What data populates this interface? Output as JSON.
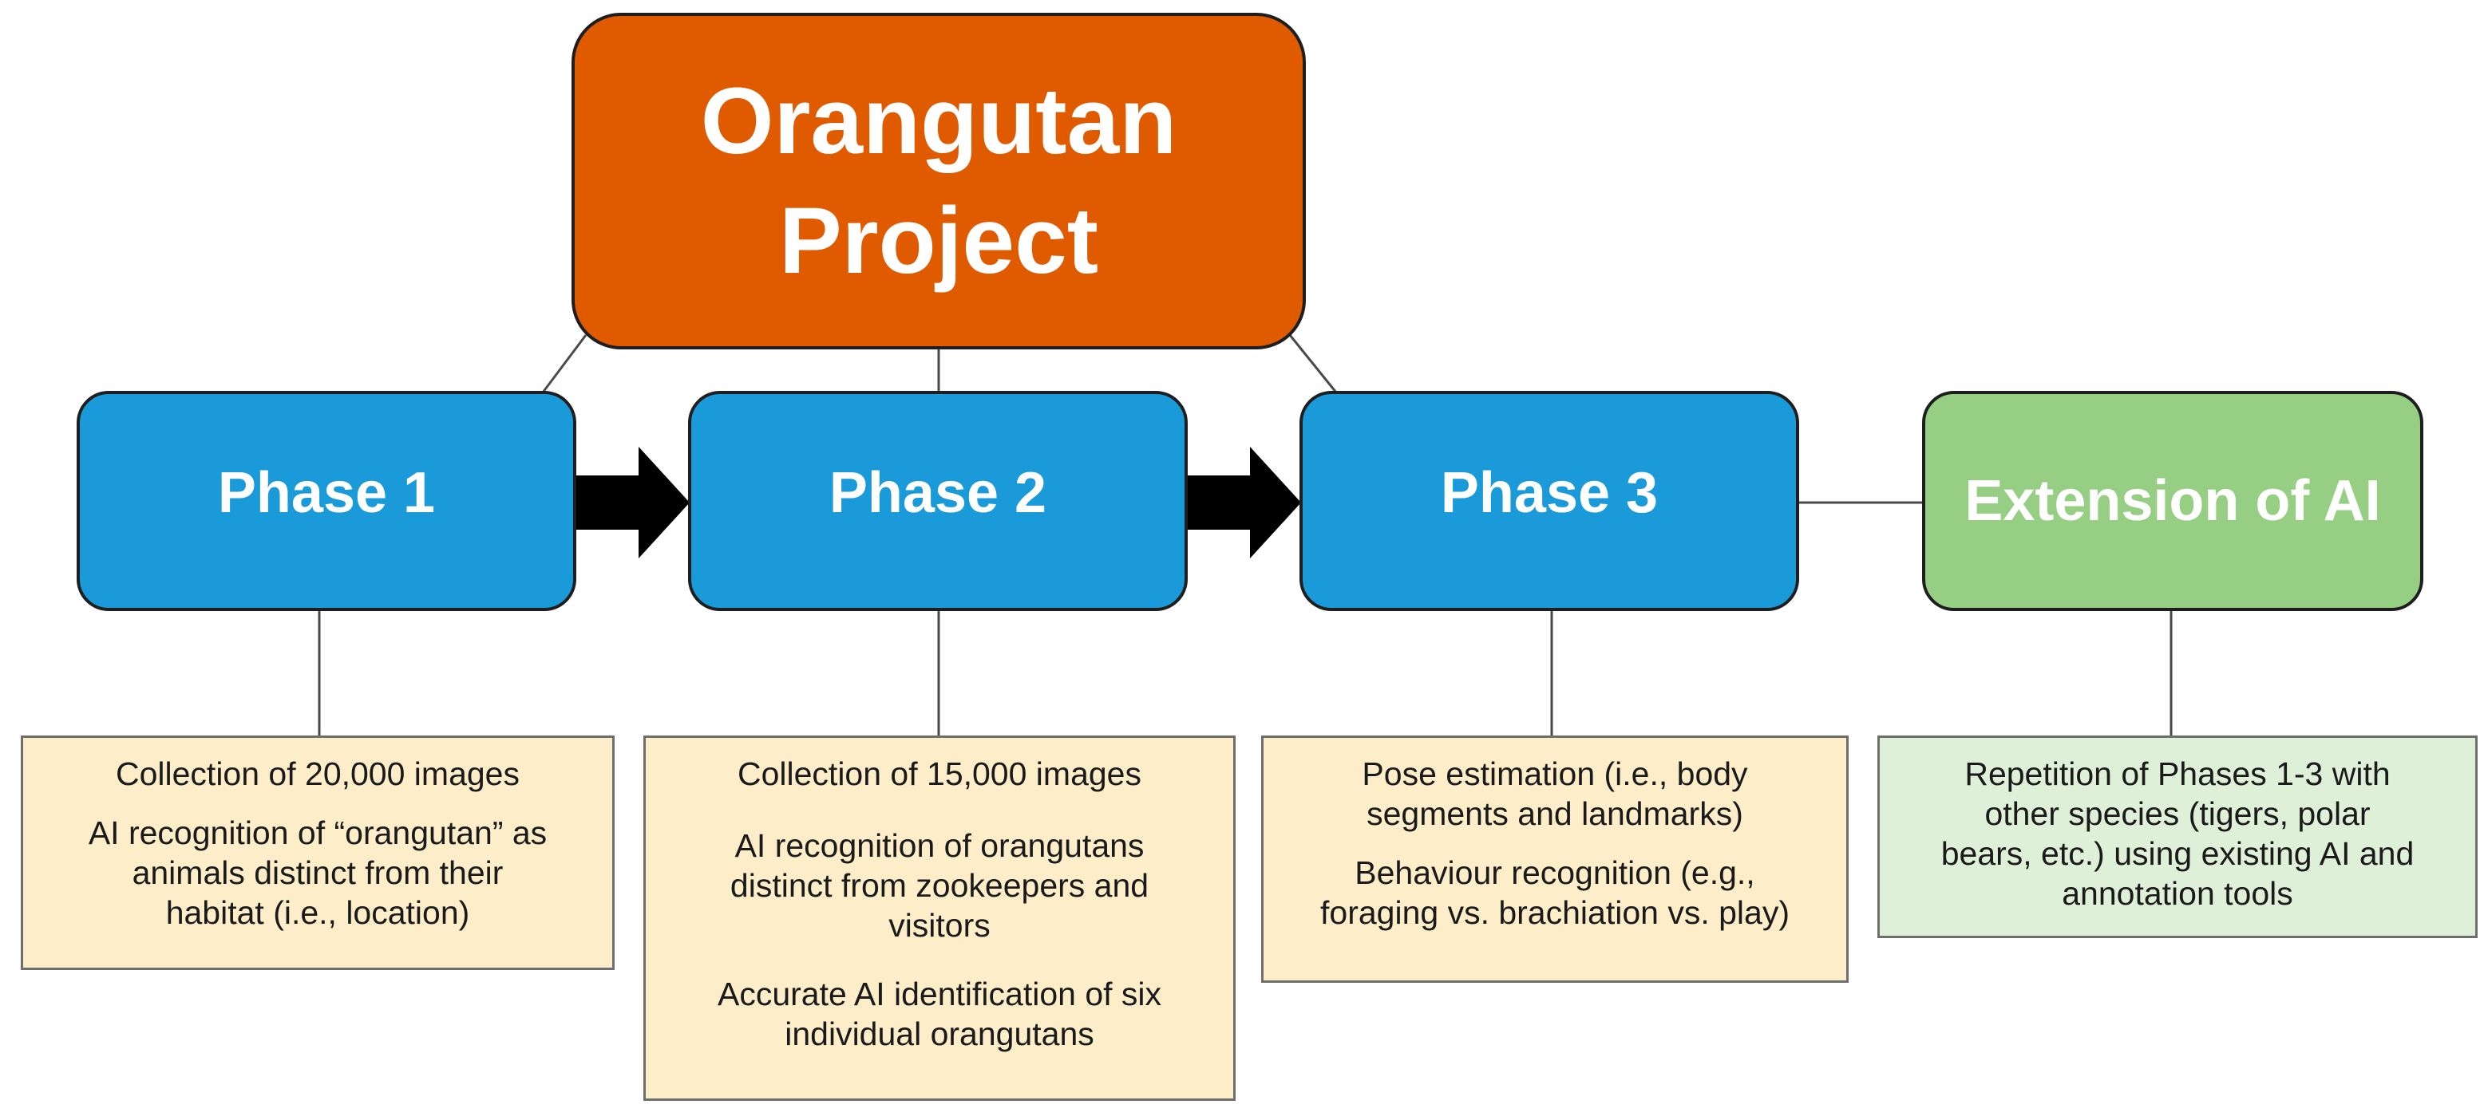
{
  "title": {
    "line1": "Orangutan",
    "line2": "Project"
  },
  "phases": [
    {
      "label": "Phase 1"
    },
    {
      "label": "Phase 2"
    },
    {
      "label": "Phase 3"
    }
  ],
  "extension": {
    "label": "Extension of AI"
  },
  "notes": {
    "phase1": [
      "Collection of 20,000 images",
      "AI recognition of “orangutan” as\nanimals distinct from their\nhabitat (i.e., location)"
    ],
    "phase2": [
      "Collection of 15,000 images",
      "AI recognition of orangutans\ndistinct from zookeepers and\nvisitors",
      "Accurate AI identification of six\nindividual orangutans"
    ],
    "phase3": [
      "Pose estimation (i.e., body\nsegments and landmarks)",
      "Behaviour recognition (e.g.,\nforaging vs. brachiation vs. play)"
    ],
    "extension": [
      "Repetition of Phases 1-3 with\nother species (tigers, polar\nbears, etc.) using existing AI and\nannotation tools"
    ]
  },
  "colors": {
    "title_fill": "#e05a00",
    "phase_fill": "#1a9ad9",
    "extension_fill": "#96cf83",
    "phase_note_fill": "#fdeec9",
    "extension_note_fill": "#dff0d8",
    "arrow": "#000000",
    "connector": "#4a4a4a"
  }
}
